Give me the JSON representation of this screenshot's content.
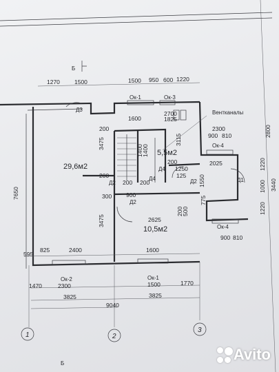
{
  "plan": {
    "section_mark": "Б",
    "section_mark_bottom": "Б",
    "top_dims": [
      "1270",
      "1500",
      "1500",
      "950",
      "600",
      "1220"
    ],
    "top_right_dims": [
      "1600",
      "2700",
      "1825",
      "2300",
      "900",
      "810",
      "2025"
    ],
    "vertical_dims": [
      "7650",
      "3475",
      "3475",
      "200",
      "200",
      "300",
      "3115",
      "1400",
      "1400",
      "2800",
      "3440",
      "1220",
      "1000",
      "1220",
      "1550",
      "775",
      "500",
      "200",
      "125"
    ],
    "bottom_dims": [
      "595",
      "825",
      "2400",
      "1600",
      "1470",
      "2300",
      "1500",
      "1770",
      "3825",
      "3825",
      "9040"
    ],
    "inner_dims": [
      "200",
      "200",
      "900",
      "2625",
      "1250",
      "200",
      "900",
      "810"
    ],
    "room_areas": [
      "29,6м2",
      "5,5м2",
      "10,5м2"
    ],
    "door_labels": [
      "Д1",
      "Д2",
      "Д2",
      "Д2",
      "Д3",
      "Д4",
      "Д4"
    ],
    "window_labels": [
      "Ок-1",
      "Ок-3",
      "Ок-4",
      "Ок-4",
      "Ок-2",
      "Ок-1"
    ],
    "vent_label": "Вентканалы",
    "axis_labels": [
      "1",
      "2",
      "3"
    ]
  },
  "watermark": {
    "brand": "Avito"
  }
}
